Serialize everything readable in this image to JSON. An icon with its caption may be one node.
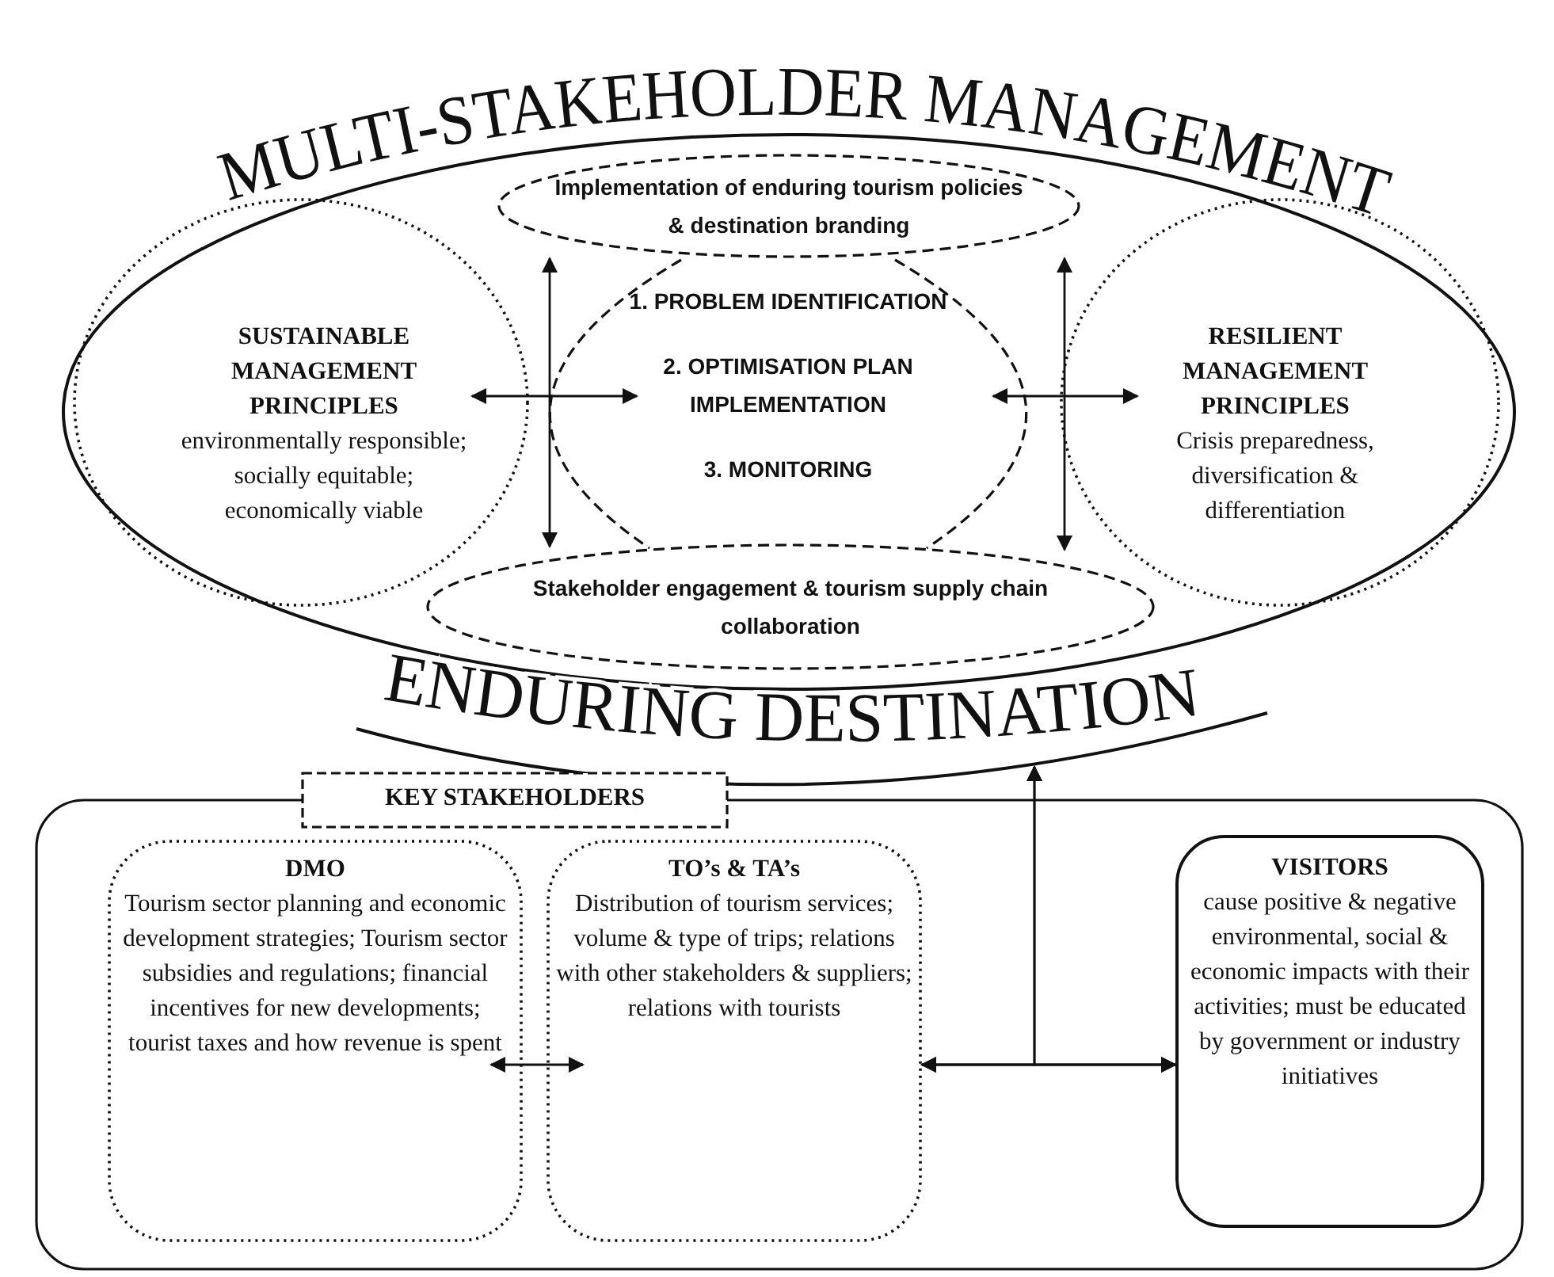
{
  "diagram": {
    "nodes": [
      {
        "text": [
          "MULTI-STAKEHOLDER MANAGEMENT",
          "ENDURING DESTINATION"
        ]
      },
      {
        "text": [
          "Implementation of enduring tourism policies & destination branding"
        ],
        "in": 0
      },
      {
        "text": [
          "SUSTAINABLE MANAGEMENT PRINCIPLES",
          "environmentally responsible; socially equitable; economically viable"
        ],
        "in": 0
      },
      {
        "text": [
          "1. PROBLEM IDENTIFICATION",
          "2. OPTIMISATION PLAN IMPLEMENTATION",
          "3. MONITORING"
        ],
        "in": 0
      },
      {
        "text": [
          "RESILIENT MANAGEMENT PRINCIPLES",
          "Crisis preparedness, diversification & differentiation"
        ],
        "in": 0
      },
      {
        "text": [
          "Stakeholder engagement & tourism supply chain collaboration"
        ],
        "in": 0
      },
      {
        "text": [],
        "shape": "box"
      },
      {
        "text": [
          "KEY STAKEHOLDERS"
        ]
      },
      {
        "text": [
          "DMO",
          "Tourism sector planning and economic development strategies; Tourism sector subsidies and regulations; financial incentives for new developments; tourist taxes and how revenue is spent"
        ],
        "in": 6
      },
      {
        "text": [
          "TO’s & TA’s",
          "Distribution of tourism services; volume & type of trips; relations with other stakeholders & suppliers; relations with tourists"
        ],
        "in": 6
      },
      {
        "text": [
          "VISITORS",
          "cause positive & negative environmental, social & economic impacts with their activities; must be educated by government or industry initiatives"
        ],
        "in": 6
      }
    ],
    "edges": [
      {
        "from": 2,
        "to": 3,
        "arrow": "both"
      },
      {
        "from": 3,
        "to": 4,
        "arrow": "both"
      },
      {
        "from": 1,
        "to": 5,
        "arrow": "both"
      },
      {
        "from": 1,
        "to": 5,
        "arrow": "both"
      },
      {
        "from": 8,
        "to": 9,
        "arrow": "both"
      },
      {
        "from": 9,
        "to": 10,
        "arrow": "both"
      },
      {
        "from": 0,
        "to": 9,
        "arrow": "both"
      },
      {
        "from": 0,
        "to": 10,
        "arrow": "both"
      }
    ]
  }
}
